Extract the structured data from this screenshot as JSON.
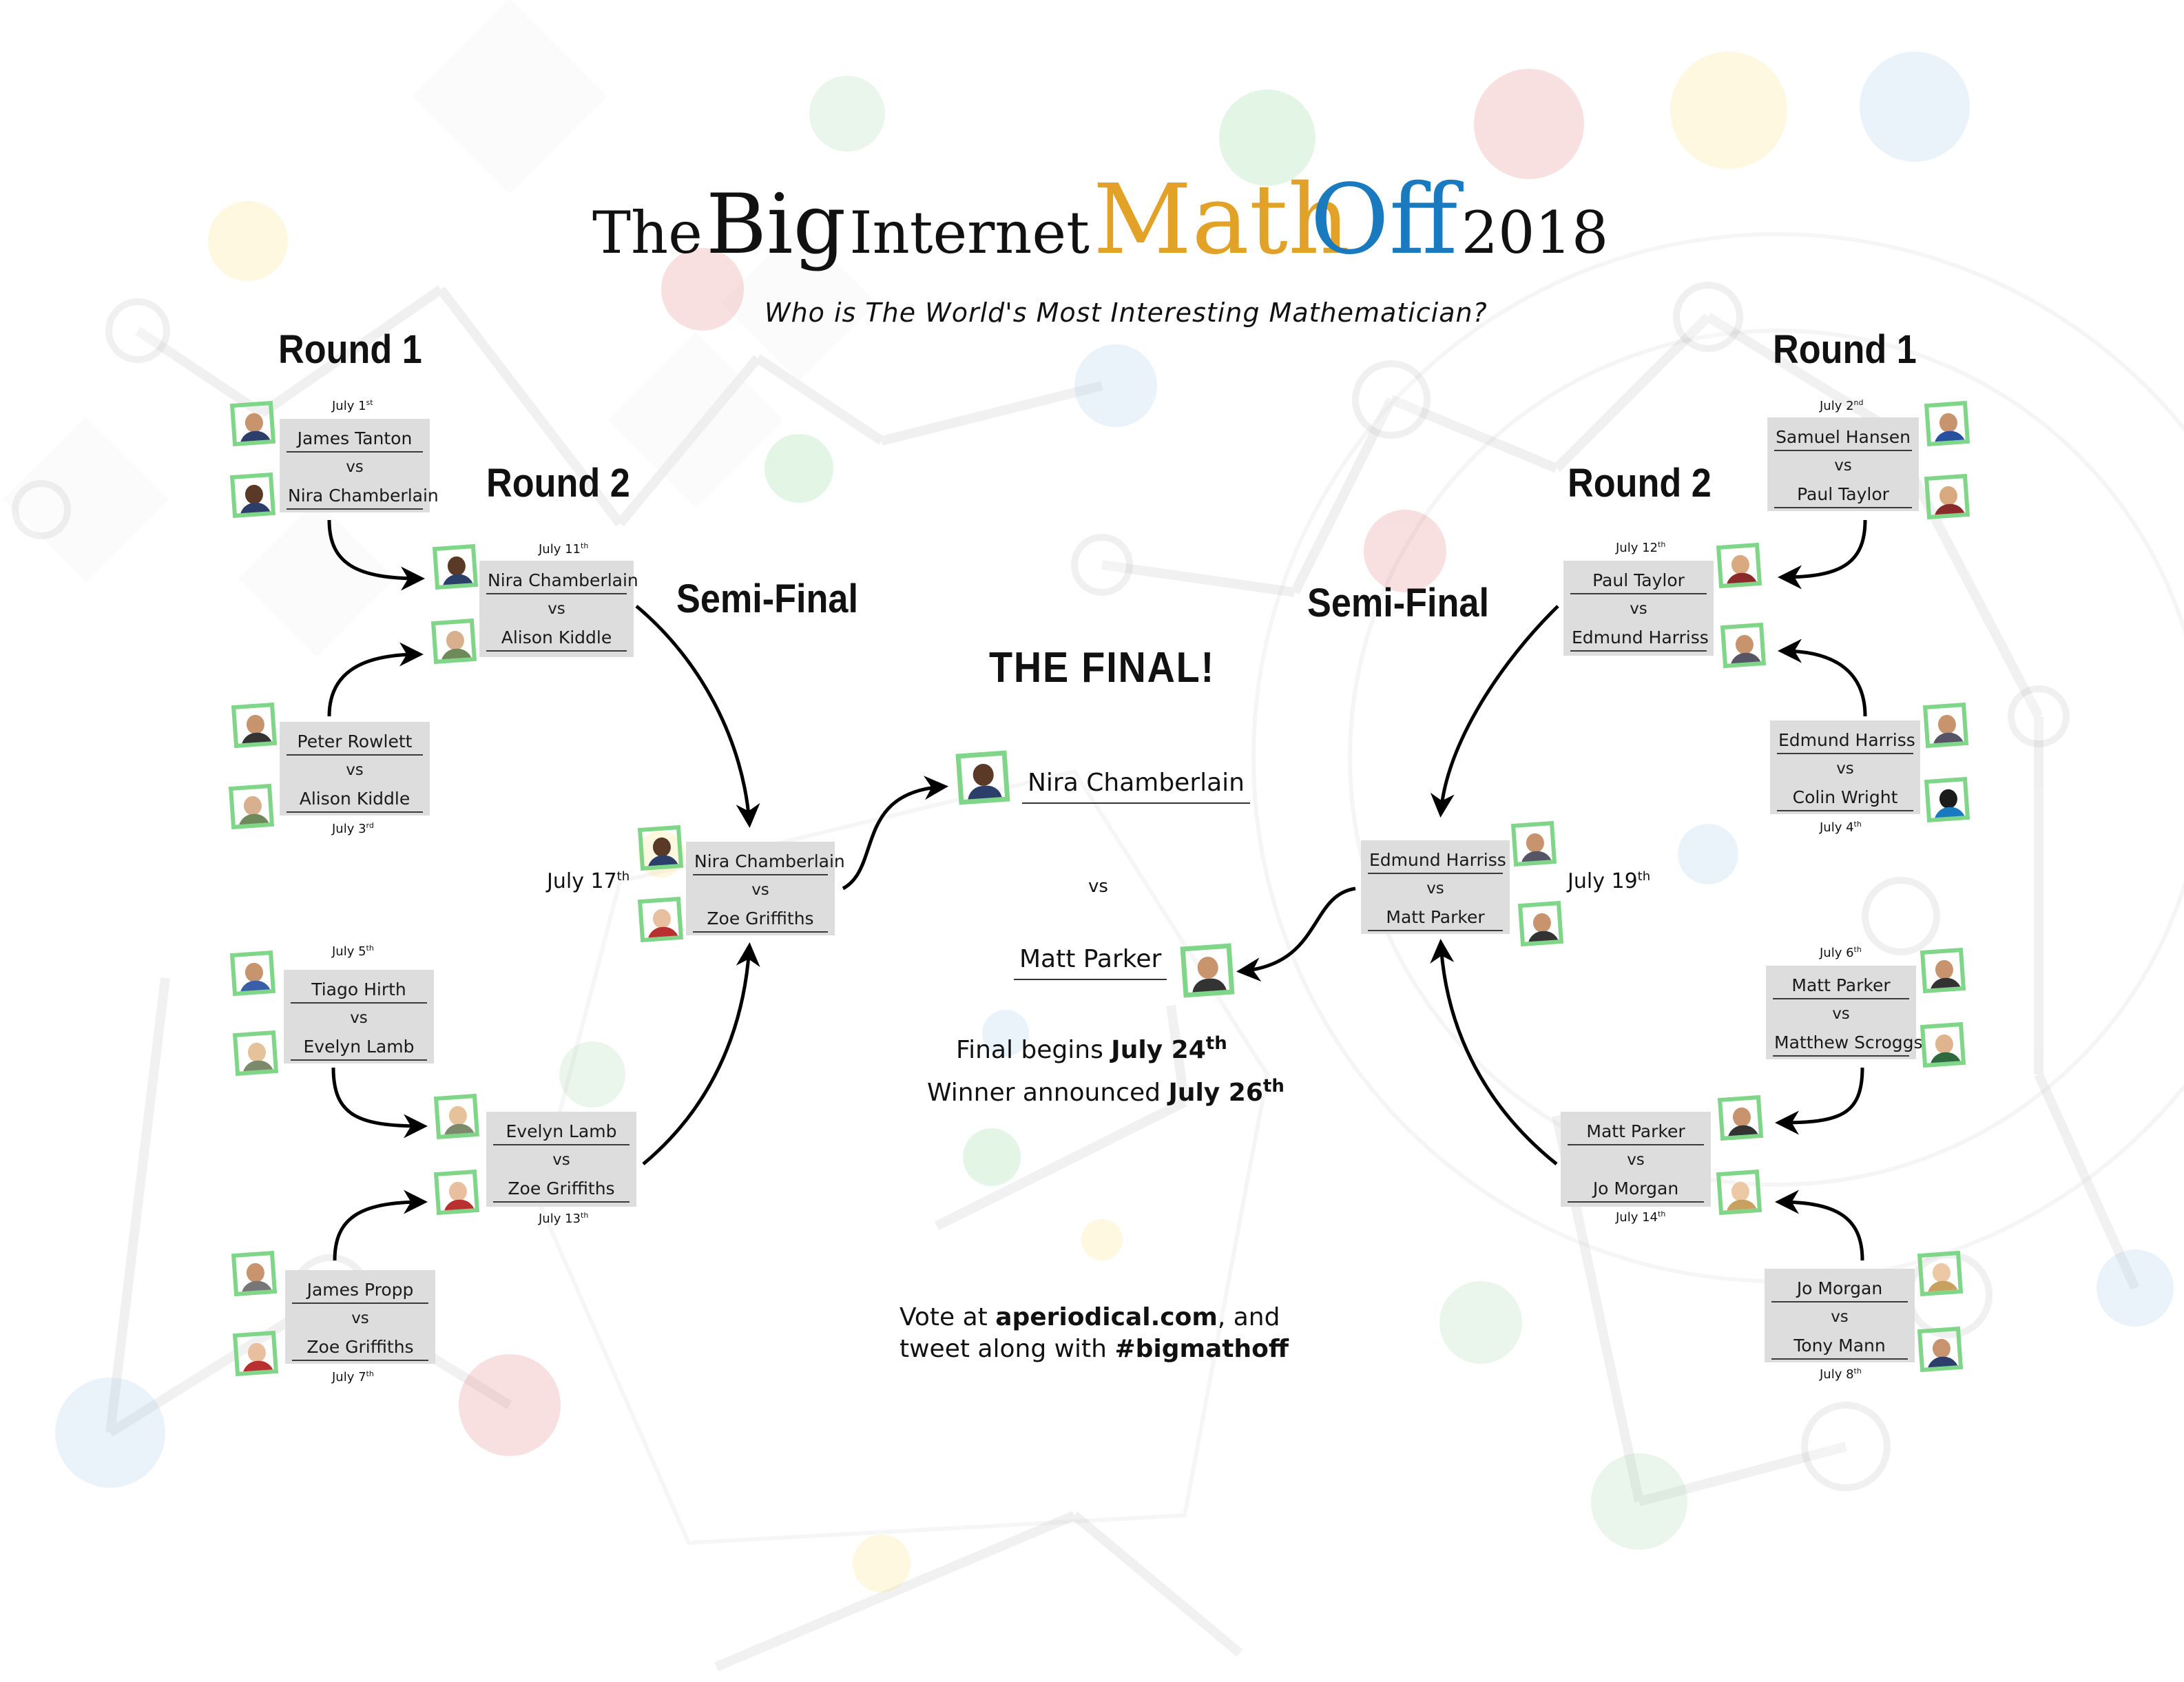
{
  "title": {
    "the": "The",
    "big": "Big",
    "internet": "Internet",
    "math": "Math",
    "off": "Off",
    "year": "2018",
    "math_color": "#e1a227",
    "off_color": "#1a7abf"
  },
  "subtitle": "Who is The World's Most Interesting Mathematician?",
  "headings": {
    "round1_left": "Round 1",
    "round1_right": "Round 1",
    "round2_left": "Round 2",
    "round2_right": "Round 2",
    "semi_left": "Semi-Final",
    "semi_right": "Semi-Final",
    "final": "THE FINAL!"
  },
  "vs": "vs",
  "matches": {
    "r1_tanton": {
      "a": "James Tanton",
      "b": "Nira Chamberlain",
      "date_day": "July 1",
      "date_sup": "st"
    },
    "r1_rowlett": {
      "a": "Peter Rowlett",
      "b": "Alison Kiddle",
      "date_day": "July 3",
      "date_sup": "rd"
    },
    "r1_hirth": {
      "a": "Tiago Hirth",
      "b": "Evelyn Lamb",
      "date_day": "July 5",
      "date_sup": "th"
    },
    "r1_propp": {
      "a": "James Propp",
      "b": "Zoe Griffiths",
      "date_day": "July 7",
      "date_sup": "th"
    },
    "r1_hansen": {
      "a": "Samuel Hansen",
      "b": "Paul Taylor",
      "date_day": "July 2",
      "date_sup": "nd"
    },
    "r1_harriss": {
      "a": "Edmund Harriss",
      "b": "Colin Wright",
      "date_day": "July 4",
      "date_sup": "th"
    },
    "r1_parker": {
      "a": "Matt Parker",
      "b": "Matthew Scroggs",
      "date_day": "July 6",
      "date_sup": "th"
    },
    "r1_morgan": {
      "a": "Jo Morgan",
      "b": "Tony Mann",
      "date_day": "July 8",
      "date_sup": "th"
    },
    "r2_left_top": {
      "a": "Nira Chamberlain",
      "b": "Alison Kiddle",
      "date_day": "July 11",
      "date_sup": "th"
    },
    "r2_left_bottom": {
      "a": "Evelyn Lamb",
      "b": "Zoe Griffiths",
      "date_day": "July 13",
      "date_sup": "th"
    },
    "r2_right_top": {
      "a": "Paul Taylor",
      "b": "Edmund Harriss",
      "date_day": "July 12",
      "date_sup": "th"
    },
    "r2_right_bottom": {
      "a": "Matt Parker",
      "b": "Jo Morgan",
      "date_day": "July 14",
      "date_sup": "th"
    },
    "semi_left": {
      "a": "Nira Chamberlain",
      "b": "Zoe Griffiths",
      "date_day": "July 17",
      "date_sup": "th"
    },
    "semi_right": {
      "a": "Edmund Harriss",
      "b": "Matt Parker",
      "date_day": "July 19",
      "date_sup": "th"
    }
  },
  "final": {
    "a": "Nira Chamberlain",
    "vs": "vs",
    "b": "Matt Parker",
    "begins_text": "Final begins",
    "begins_day": "July 24",
    "begins_sup": "th",
    "announce_text": "Winner announced",
    "announce_day": "July 26",
    "announce_sup": "th"
  },
  "vote": {
    "line1_pre": "Vote at",
    "line1_bold": "aperiodical.com",
    "line1_post": ", and",
    "line2_pre": "tweet along with",
    "line2_bold": "#bigmathoff"
  },
  "avatar_frame_color": "#7fd688"
}
